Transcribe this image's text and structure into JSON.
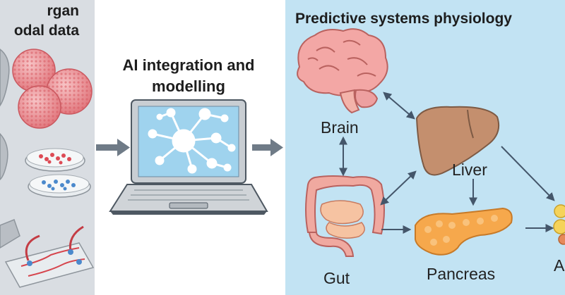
{
  "left_panel": {
    "title_line1": "rgan",
    "title_line2": "odal data"
  },
  "middle": {
    "title_line1": "AI integration and",
    "title_line2": "modelling"
  },
  "right_panel": {
    "title": "Predictive systems physiology",
    "organs": {
      "brain": "Brain",
      "liver": "Liver",
      "gut": "Gut",
      "pancreas": "Pancreas",
      "adipose_partial": "A"
    }
  },
  "colors": {
    "left_bg": "#d9dde2",
    "right_bg": "#c2e3f3",
    "arrow": "#6f7b87",
    "organ_arrow": "#4a5a6a",
    "laptop_screen": "#9fd3ee",
    "laptop_body": "#d0d4d8"
  }
}
